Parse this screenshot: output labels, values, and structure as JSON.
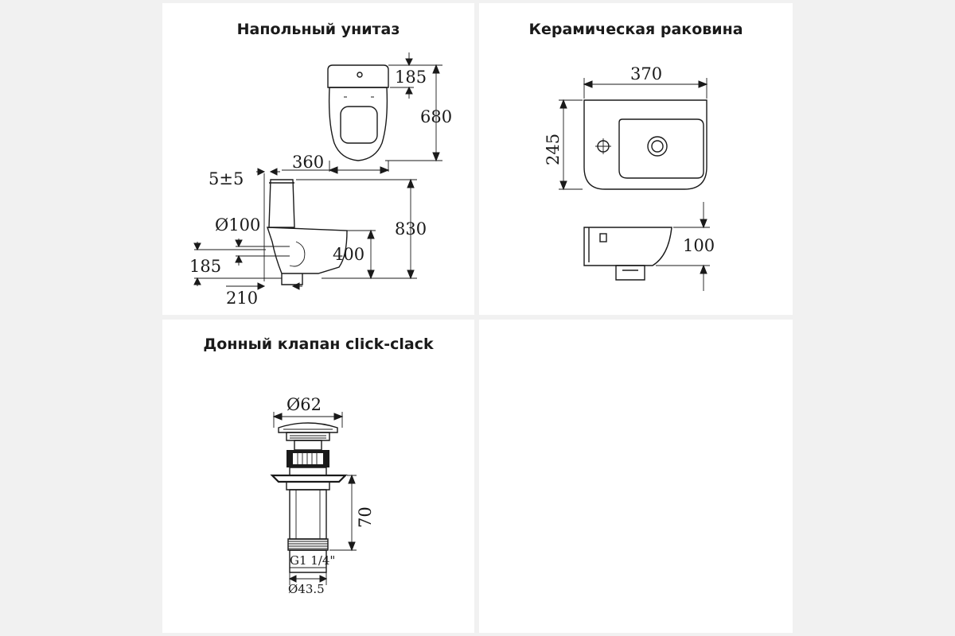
{
  "panels": {
    "toilet": {
      "title": "Напольный унитаз",
      "dims": {
        "tank_depth": "185",
        "top_length": "680",
        "width": "360",
        "wall_gap": "5±5",
        "height": "830",
        "outlet_diameter": "Ø100",
        "seat_height": "400",
        "outlet_height": "185",
        "outlet_offset": "210"
      }
    },
    "sink": {
      "title": "Керамическая раковина",
      "dims": {
        "width": "370",
        "depth": "245",
        "height": "100"
      }
    },
    "valve": {
      "title": "Донный клапан click-clack",
      "dims": {
        "cap_diameter": "Ø62",
        "length": "70",
        "thread": "G1 1/4\"",
        "body_diameter": "Ø43.5"
      }
    }
  }
}
